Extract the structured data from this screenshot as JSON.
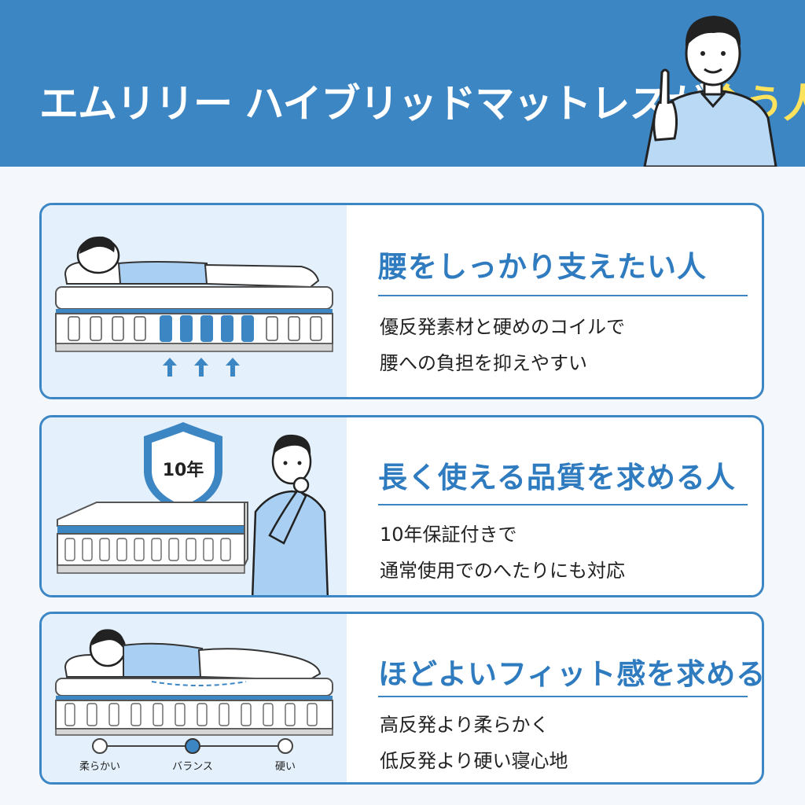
{
  "header": {
    "title_main": "エムリリー ハイブリッドマットレスが",
    "title_highlight": "合う人",
    "colors": {
      "background": "#3d86c4",
      "highlight": "#ffe35c"
    }
  },
  "cards": [
    {
      "title": "腰をしっかり支えたい人",
      "desc_line1": "優反発素材と硬めのコイルで",
      "desc_line2": "腰への負担を抑えやすい"
    },
    {
      "title": "長く使える品質を求める人",
      "desc_line1": "10年保証付きで",
      "desc_line2": "通常使用でのへたりにも対応",
      "badge": "10年"
    },
    {
      "title": "ほどよいフィット感を求める人",
      "desc_line1": "高反発より柔らかく",
      "desc_line2": "低反発より硬い寝心地",
      "scale": {
        "soft": "柔らかい",
        "balance": "バランス",
        "hard": "硬い",
        "selected": "バランス"
      }
    }
  ],
  "accent_color": "#3d86c4"
}
